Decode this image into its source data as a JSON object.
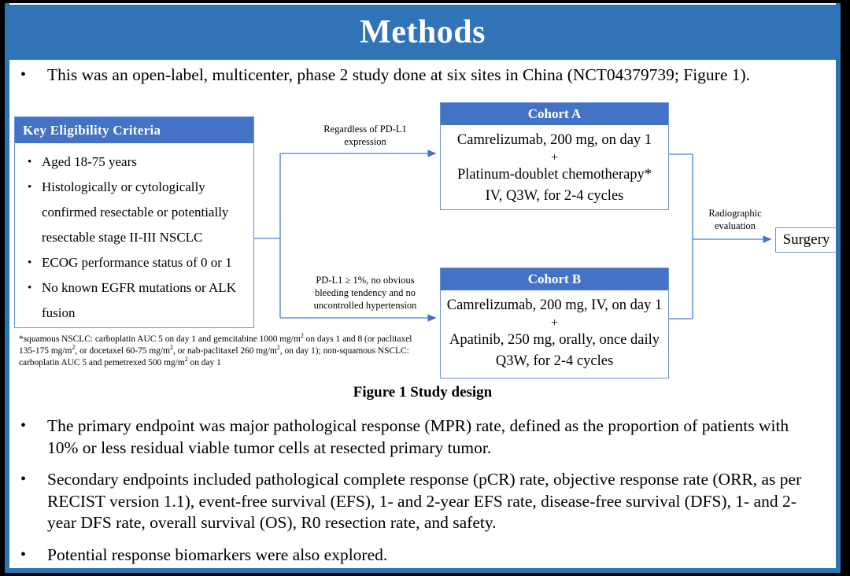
{
  "slide": {
    "title": "Methods",
    "title_bg": "#3073b7",
    "frame_border_color": "#2e74b5",
    "box_header_color": "#4472c4",
    "box_border_color": "#6b93d6"
  },
  "bullets": {
    "intro": "This was an open-label, multicenter, phase 2 study done at six sites in China (NCT04379739; Figure 1).",
    "primary": "The primary endpoint was major pathological response (MPR) rate, defined as the proportion of patients with 10% or less residual viable tumor cells at resected primary tumor.",
    "secondary": "Secondary endpoints included pathological complete response (pCR) rate, objective response rate (ORR, as per RECIST version 1.1), event-free survival (EFS), 1- and 2-year EFS rate, disease-free survival (DFS), 1- and 2-year DFS rate, overall survival (OS), R0 resection rate, and safety.",
    "biomarkers": "Potential response biomarkers were also explored.",
    "marker": "•"
  },
  "figure": {
    "caption": "Figure 1 Study design",
    "eligibility": {
      "header": "Key  Eligibility Criteria",
      "items": [
        "Aged 18-75 years",
        "Histologically or cytologically confirmed resectable or potentially resectable stage II-III  NSCLC",
        "ECOG performance status of 0 or 1",
        "No known EGFR mutations or ALK fusion"
      ],
      "bullet": "•"
    },
    "footnote": {
      "line1_a": "*squamous NSCLC: carboplatin AUC 5 on day 1 and gemcitabine 1000 mg/m",
      "line1_sup": "2",
      "line1_b": " on days 1 and 8 (or paclitaxel 135-175  mg/m",
      "line2_sup": "2",
      "line2_a": ", or docetaxel 60-75 mg/m",
      "line2_sup2": "2",
      "line2_b": ", or nab-paclitaxel 260 mg/m",
      "line2_sup3": "2",
      "line2_c": ", on day 1); non-squamous NSCLC: carboplatin AUC 5 and pemetrexed 500 mg/m",
      "line3_sup": "2",
      "line3_a": " on day 1"
    },
    "cohort_a": {
      "header": "Cohort A",
      "line1": "Camrelizumab, 200 mg, on day 1",
      "plus": "+",
      "line2": "Platinum-doublet chemotherapy*",
      "line3": "IV, Q3W, for 2-4 cycles"
    },
    "cohort_b": {
      "header": "Cohort B",
      "line1": "Camrelizumab, 200 mg, IV, on day 1",
      "plus": "+",
      "line2": "Apatinib, 250 mg, orally, once daily",
      "line3": "Q3W, for 2-4 cycles"
    },
    "surgery": {
      "label": "Surgery"
    },
    "arrow_labels": {
      "regardless_l1": "Regardless  of PD-L1",
      "regardless_l2": "expression",
      "pdl1_l1": "PD-L1 ≥ 1%, no obvious",
      "pdl1_l2": "bleeding  tendency  and no",
      "pdl1_l3": "uncontrolled  hypertension",
      "radio_l1": "Radiographic",
      "radio_l2": "evaluation"
    }
  }
}
